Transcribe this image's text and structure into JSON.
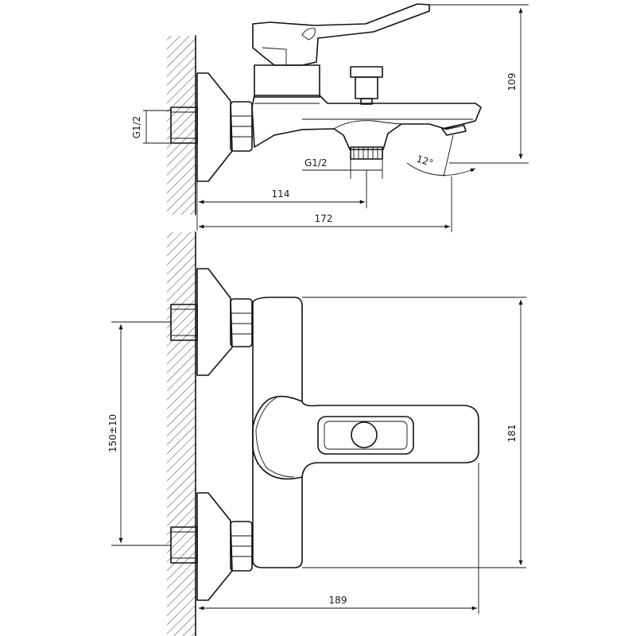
{
  "dimensions": {
    "height_109": "109",
    "thread_g12_left": "G1/2",
    "thread_g12_bottom": "G1/2",
    "angle_12": "12°",
    "width_114": "114",
    "width_172": "172",
    "spacing_150": "150±10",
    "height_181": "181",
    "width_189": "189"
  }
}
